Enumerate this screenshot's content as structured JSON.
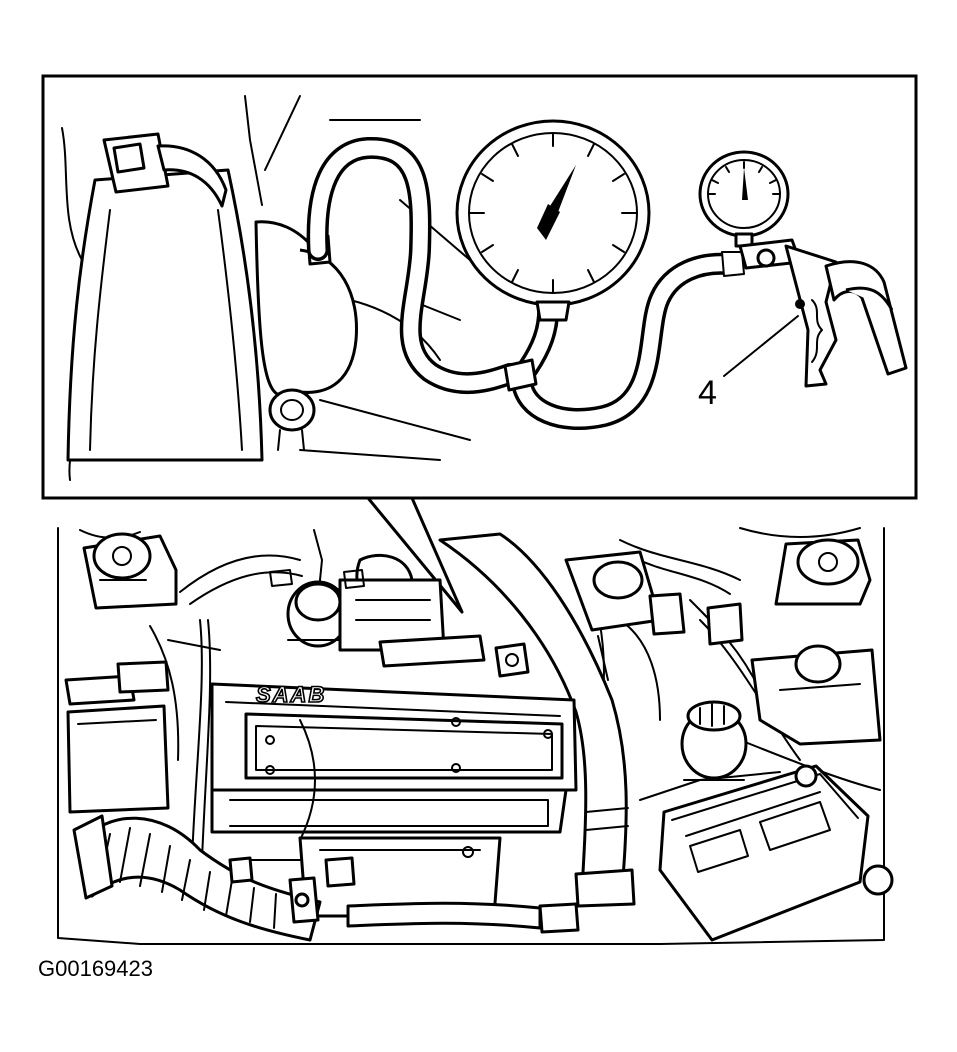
{
  "figure": {
    "id": "G00169423",
    "callout_label": "4",
    "engine_cover_brand": "SAAB"
  },
  "icons": {
    "pressure_gauge": "pressure-gauge-icon",
    "vacuum_pump": "hand-vacuum-pump-icon"
  },
  "colors": {
    "line": "#000000",
    "background": "#ffffff"
  }
}
